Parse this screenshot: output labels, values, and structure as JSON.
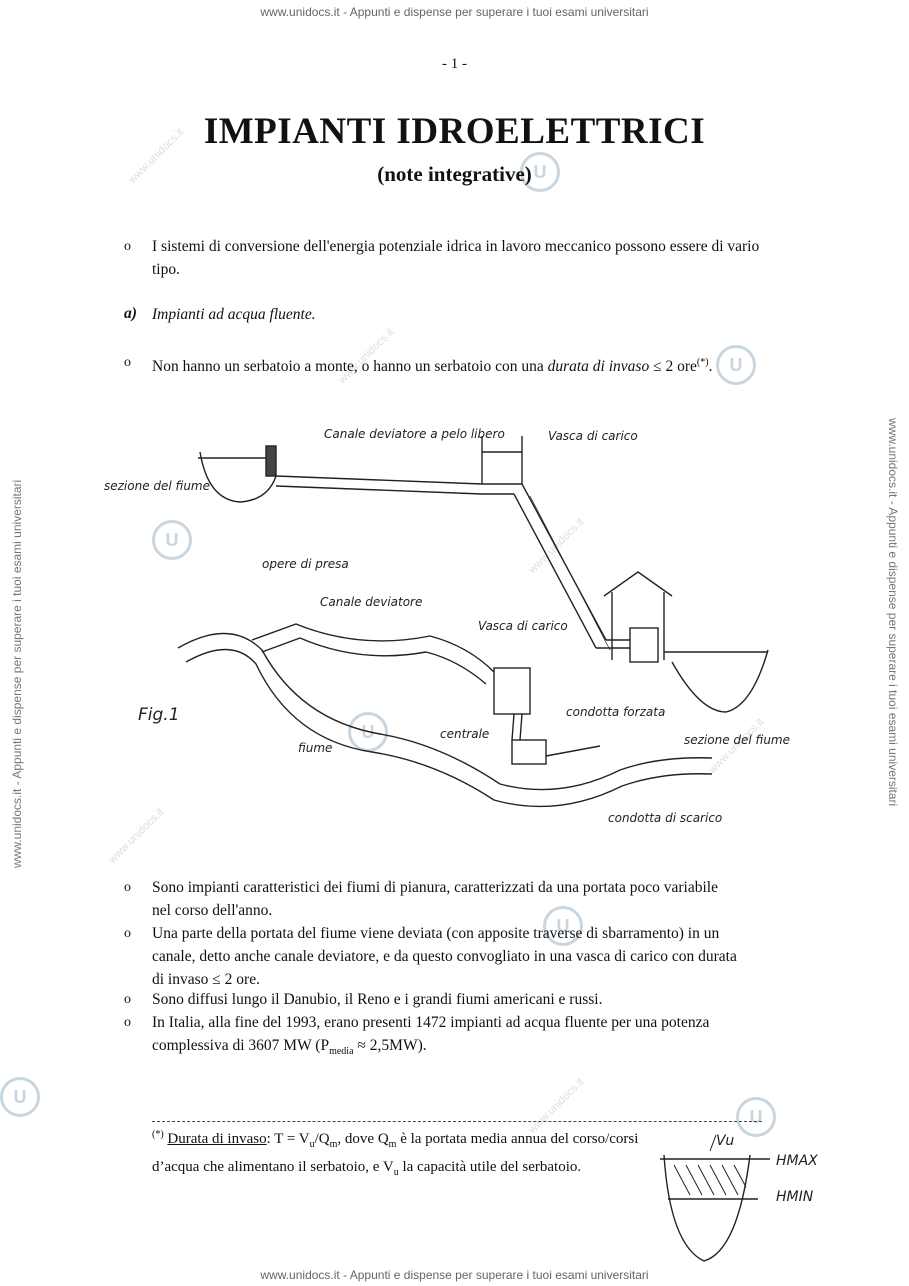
{
  "watermark": {
    "top": "www.unidocs.it - Appunti e dispense per superare i tuoi esami universitari",
    "bottom": "www.unidocs.it - Appunti e dispense per superare i tuoi esami universitari",
    "left": "www.unidocs.it - Appunti e dispense per superare i tuoi esami universitari",
    "right": "www.unidocs.it - Appunti e dispense per superare i tuoi esami universitari",
    "ghost": "www.unidocs.it"
  },
  "page_number": "- 1 -",
  "title": "IMPIANTI IDROELETTRICI",
  "subtitle": "(note integrative)",
  "intro": {
    "bullet": "o",
    "text": "I sistemi di conversione dell'energia potenziale idrica in lavoro meccanico possono essere di vario tipo."
  },
  "section_a": {
    "marker": "a)",
    "label": "Impianti ad acqua fluente."
  },
  "point1": {
    "text_before": "Non hanno un serbatoio a monte, o hanno un serbatoio con una ",
    "text_italic": "durata di invaso",
    "text_after": " ≤ 2 ore",
    "sup": "(*)",
    "end": "."
  },
  "figure": {
    "label": "Fig.1",
    "canale_deviatore_pelo": "Canale deviatore a pelo libero",
    "vasca_carico_top": "Vasca di carico",
    "sezione_fiume_left": "sezione del fiume",
    "opere_presa": "opere di presa",
    "canale_deviatore": "Canale deviatore",
    "vasca_carico": "Vasca di carico",
    "condotta_forzata": "condotta forzata",
    "centrale": "centrale",
    "fiume": "fiume",
    "sezione_fiume_right": "sezione del fiume",
    "condotta_scarico": "condotta di scarico"
  },
  "bullets": [
    "Sono impianti caratteristici dei fiumi di pianura, caratterizzati da una portata poco variabile nel corso dell'anno.",
    "Una parte della portata del fiume viene deviata (con apposite traverse di sbarramento) in un canale, detto anche canale deviatore, e da questo convogliato in una vasca di carico con durata di invaso ≤ 2 ore.",
    "Sono diffusi lungo il Danubio, il Reno e i grandi fiumi americani e russi."
  ],
  "bullet4": {
    "text": "In Italia, alla fine del 1993, erano presenti 1472 impianti ad acqua fluente per una potenza complessiva di 3607 MW (P",
    "sub": "media",
    "end": " ≈ 2,5MW)."
  },
  "footnote": {
    "mark": "(*)",
    "term": "Durata di invaso",
    "t1": ": T = V",
    "s1": "u",
    "t2": "/Q",
    "s2": "m",
    "t3": ", dove Q",
    "s3": "m",
    "t4": " è la portata media annua del corso/corsi d’acqua che alimentano il serbatoio, e V",
    "s4": "u",
    "t5": " la capacità utile del serbatoio."
  },
  "reservoir_sketch": {
    "vu": "Vu",
    "hmax": "HMAX",
    "hmin": "HMIN"
  }
}
